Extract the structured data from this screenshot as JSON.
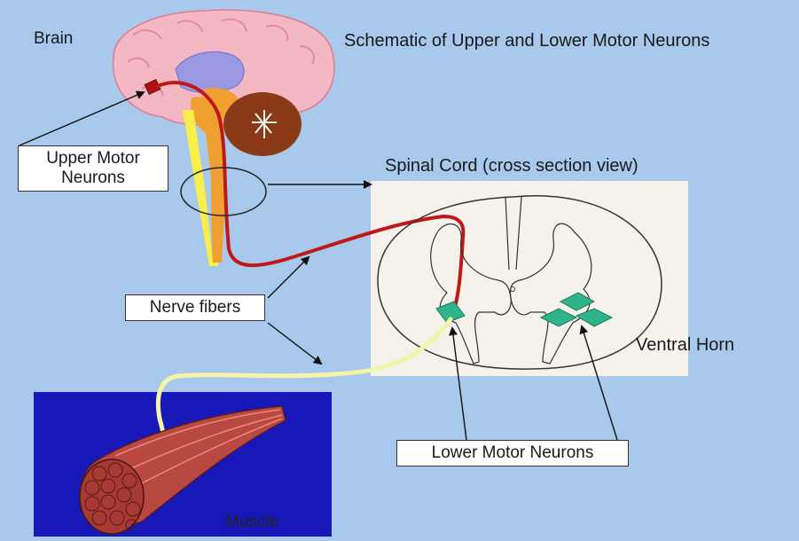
{
  "title": "Schematic of Upper and Lower Motor Neurons",
  "labels": {
    "brain": "Brain",
    "upper_motor_neurons": "Upper Motor Neurons",
    "spinal_cord": "Spinal Cord (cross section view)",
    "nerve_fibers": "Nerve fibers",
    "ventral_horn": "Ventral Horn",
    "lower_motor_neurons": "Lower Motor Neurons",
    "muscle": "Muscle"
  },
  "colors": {
    "background": "#a8c8ec",
    "brain": "#f4b8c4",
    "cerebellum": "#8b3a18",
    "brainstem": "#f0a030",
    "upper_neuron": "#c01818",
    "lower_neuron_fiber": "#f4f4a8",
    "lower_neuron_cell": "#2fb38a",
    "muscle_panel": "#1818b8",
    "muscle": "#b84840",
    "spinal_panel": "#f4f2ea"
  }
}
